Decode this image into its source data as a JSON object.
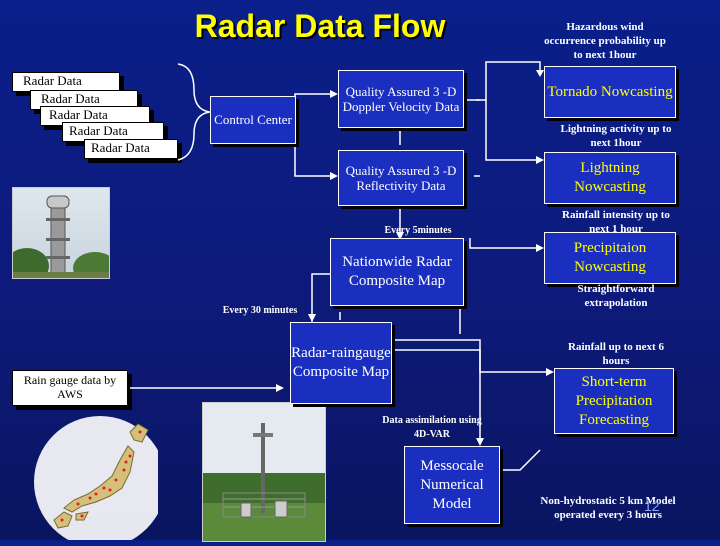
{
  "title": "Radar Data Flow",
  "radar_stack": [
    "Radar Data",
    "Radar Data",
    "Radar Data",
    "Radar Data",
    "Radar Data"
  ],
  "control_center": "Control Center",
  "qa_doppler": "Quality Assured 3 -D Doppler Velocity Data",
  "qa_reflectivity": "Quality Assured 3 -D Reflectivity Data",
  "every_5": "Every 5minutes",
  "nationwide": "Nationwide Radar Composite Map",
  "every_30": "Every 30 minutes",
  "raingauge_composite": "Radar-raingauge Composite Map",
  "rain_gauge_aws": "Rain gauge data by AWS",
  "data_assim": "Data assimilation using 4D-VAR",
  "messocale": "Messocale Numerical Model",
  "note_hazard": "Hazardous wind occurrence probability up to next 1hour",
  "tornado": "Tornado Nowcasting",
  "note_lightning": "Lightning activity up to next 1hour",
  "lightning": "Lightning Nowcasting",
  "note_rainfall": "Rainfall intensity up to next 1 hour",
  "precip": "Precipitaion Nowcasting",
  "note_straight": "Straightforward extrapolation",
  "note_rain6": "Rainfall up to next 6 hours",
  "shortterm": "Short-term Precipitation Forecasting",
  "note_nonhydro": "Non-hydrostatic 5 km Model operated every 3 hours",
  "slide_number": "12"
}
